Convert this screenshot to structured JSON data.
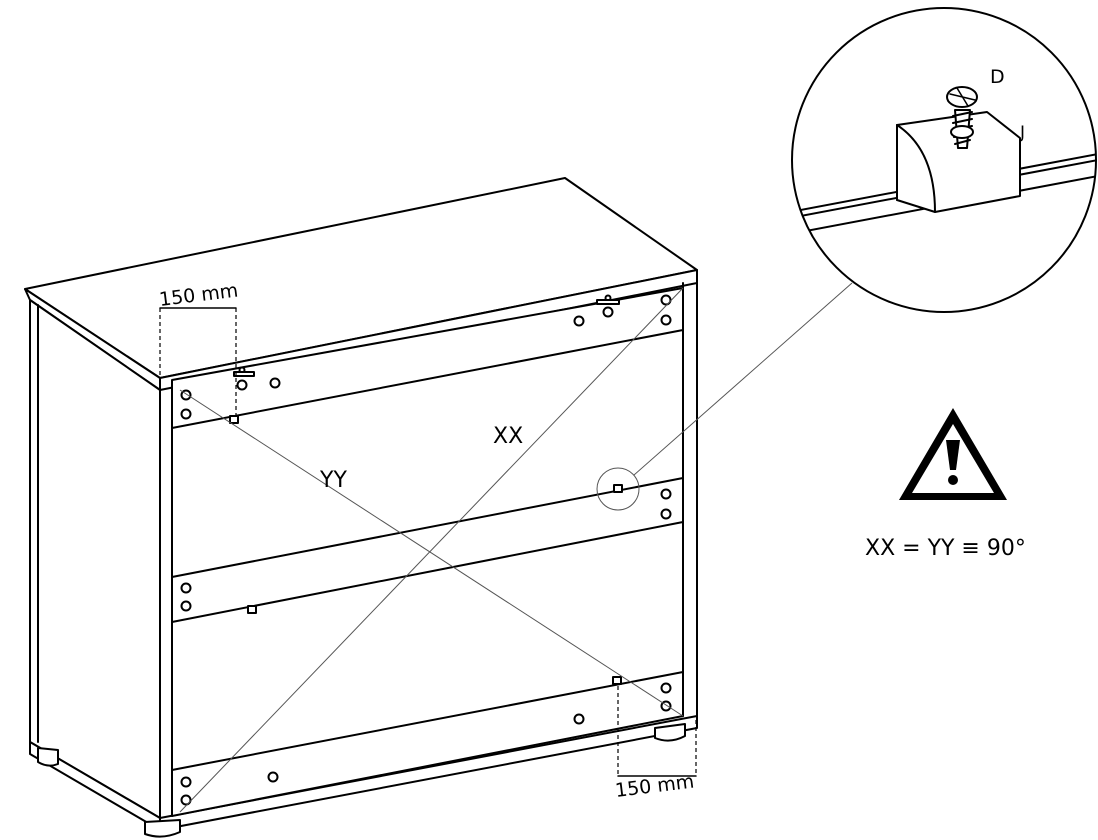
{
  "diagram": {
    "dimension_top": "150 mm",
    "dimension_bottom": "150 mm",
    "diagonal_xx": "XX",
    "diagonal_yy": "YY",
    "part_d": "D",
    "part_j": "J",
    "warning_formula": "XX = YY ≡ 90°",
    "warning_icon": "warning-triangle-icon"
  }
}
